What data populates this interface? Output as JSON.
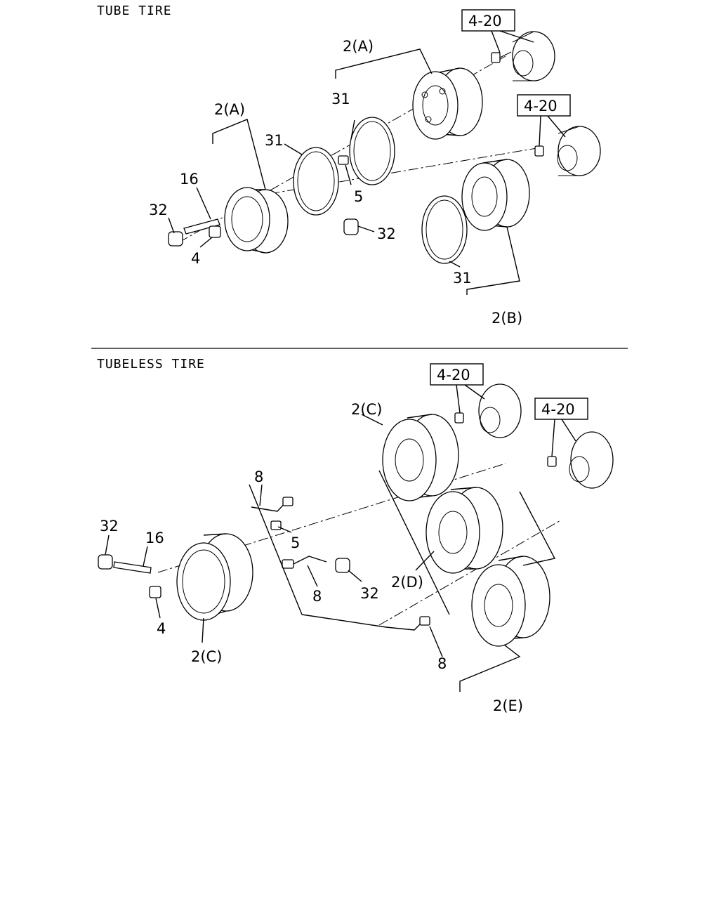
{
  "sections": {
    "tube": "TUBE TIRE",
    "tubeless": "TUBELESS TIRE"
  },
  "refs": {
    "hub": "4-20"
  },
  "labels": {
    "rim_a": "2(A)",
    "rim_b": "2(B)",
    "rim_c": "2(C)",
    "rim_d": "2(D)",
    "rim_e": "2(E)",
    "flap": "31",
    "nut_outer": "32",
    "nut": "4",
    "bolt": "16",
    "bolt_inner": "5",
    "valve": "8"
  }
}
